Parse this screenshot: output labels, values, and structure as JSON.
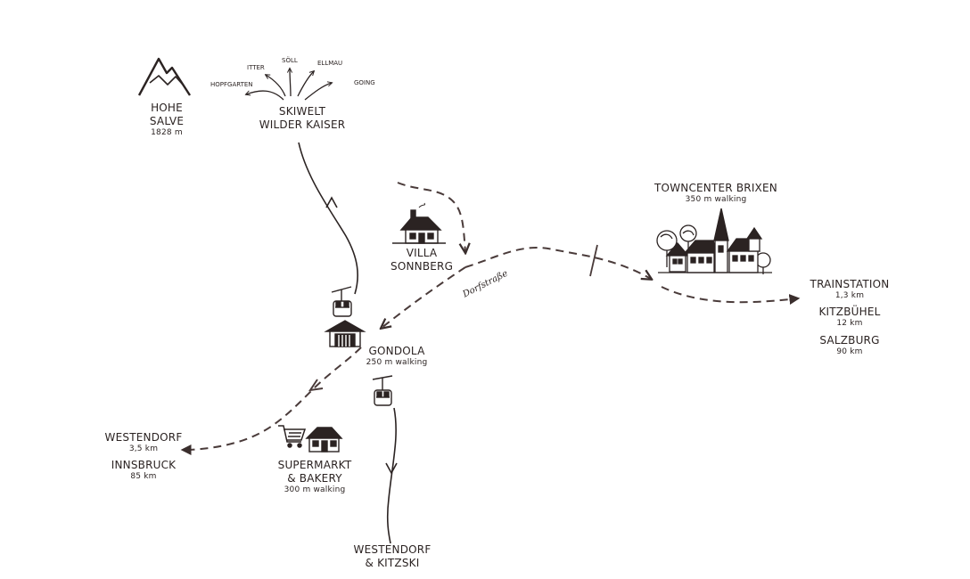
{
  "peak": {
    "name_line1": "HOHE",
    "name_line2": "SALVE",
    "elevation": "1828 m"
  },
  "skiwelt": {
    "line1": "SKIWELT",
    "line2": "WILDER KAISER",
    "villages": [
      "HOPFGARTEN",
      "ITTER",
      "SÖLL",
      "ELLMAU",
      "GOING"
    ]
  },
  "villa": {
    "line1": "VILLA",
    "line2": "SONNBERG"
  },
  "street": "Dorfstraße",
  "gondola": {
    "name": "GONDOLA",
    "distance": "250 m walking"
  },
  "towncenter": {
    "name": "TOWNCENTER BRIXEN",
    "distance": "350 m walking"
  },
  "east_destinations": [
    {
      "name": "TRAINSTATION",
      "distance": "1,3 km"
    },
    {
      "name": "KITZBÜHEL",
      "distance": "12 km"
    },
    {
      "name": "SALZBURG",
      "distance": "90 km"
    }
  ],
  "west_destinations": [
    {
      "name": "WESTENDORF",
      "distance": "3,5 km"
    },
    {
      "name": "INNSBRUCK",
      "distance": "85 km"
    }
  ],
  "supermarket": {
    "line1": "SUPERMARKT",
    "line2": "& BAKERY",
    "distance": "300 m walking"
  },
  "south": {
    "line1": "WESTENDORF",
    "line2": "& KITZSKI"
  },
  "colors": {
    "ink": "#2b2322",
    "route": "#4a3b3a"
  }
}
